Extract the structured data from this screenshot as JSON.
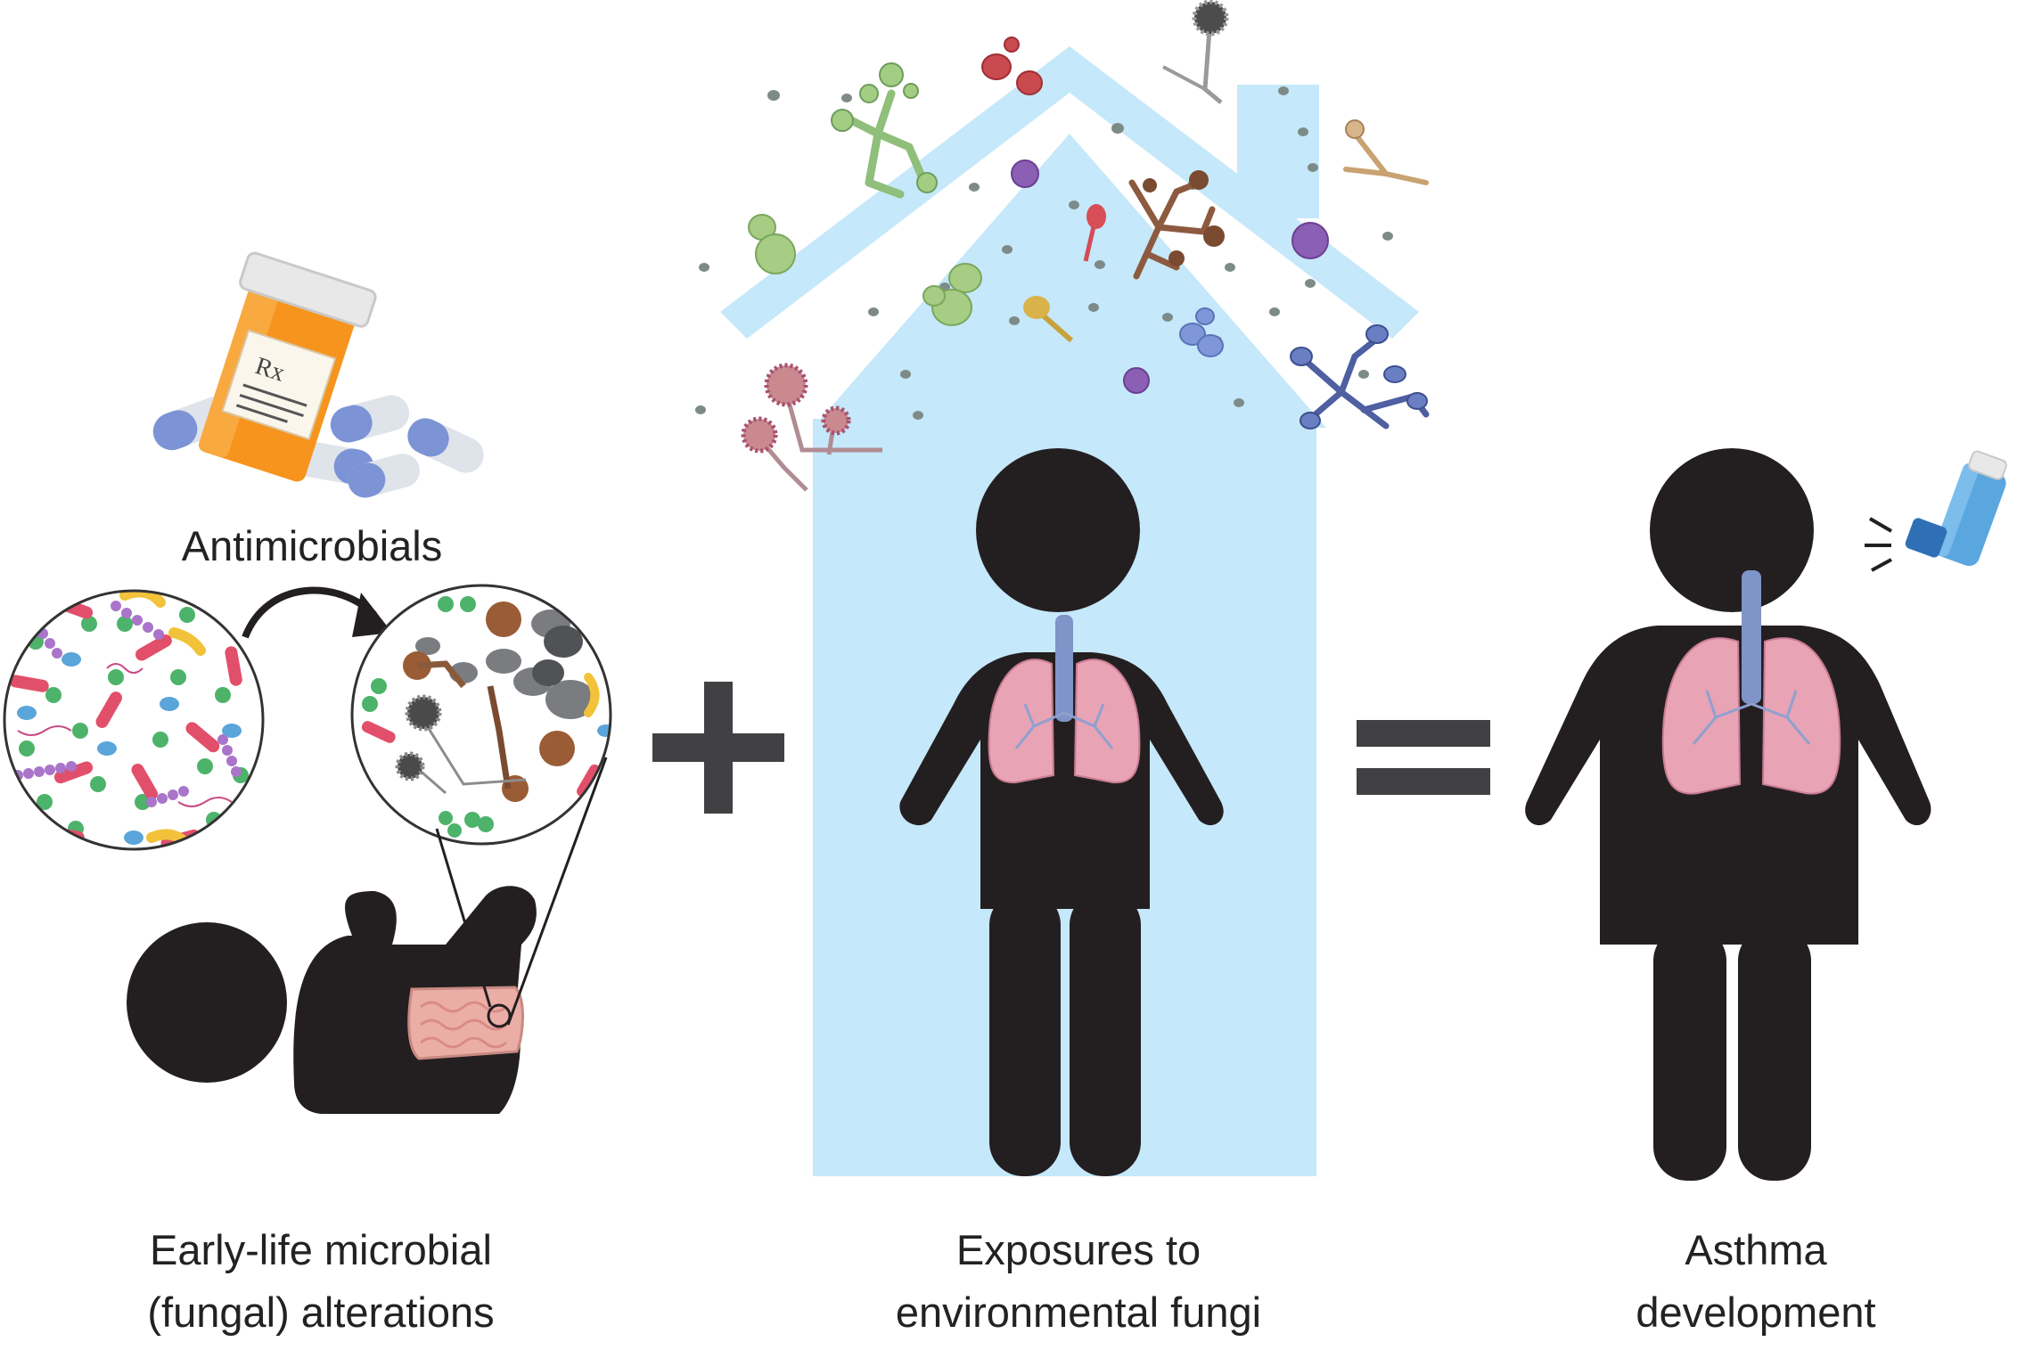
{
  "labels": {
    "antimicrobials": "Antimicrobials",
    "early_life": [
      "Early-life microbial",
      "(fungal) alterations"
    ],
    "exposures": [
      "Exposures to",
      "environmental fungi"
    ],
    "asthma": [
      "Asthma",
      "development"
    ],
    "rx": "Rx"
  },
  "operators": {
    "plus": "+",
    "equals": "="
  },
  "colors": {
    "silhouette": "#231f20",
    "house": "#c5e8fa",
    "lung": "#e8a3b5",
    "trachea": "#7f94c8",
    "pill_bottle": "#f7941d",
    "capsule_blue": "#7c93d6",
    "inhaler": "#5aa7e0"
  },
  "icons": [
    "pill-bottle-icon",
    "capsule-icon",
    "bacteria-icon",
    "fungi-icon",
    "baby-silhouette-icon",
    "intestine-icon",
    "house-icon",
    "person-silhouette-icon",
    "lungs-icon",
    "inhaler-icon"
  ]
}
